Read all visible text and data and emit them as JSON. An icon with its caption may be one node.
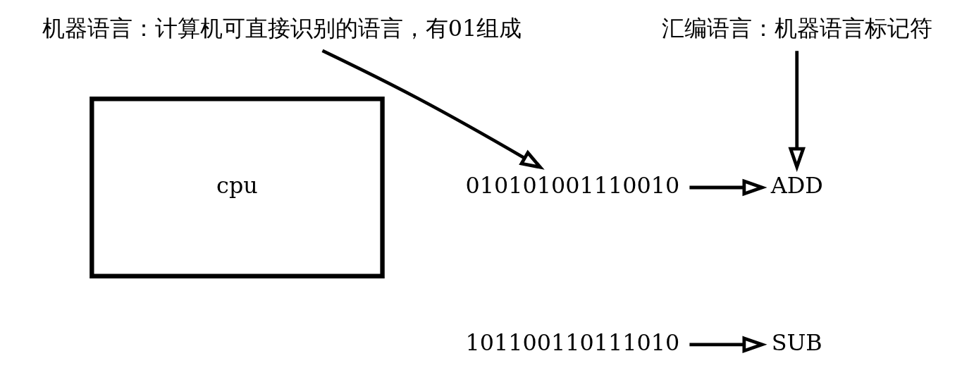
{
  "diagram": {
    "nodes": [
      {
        "text": [
          "cpu"
        ]
      },
      {
        "text": [
          "机器语言：计算机可直接识别的语言，有01组成"
        ]
      },
      {
        "text": [
          "汇编语言：机器语言标记符"
        ]
      },
      {
        "text": [
          "010101001110010"
        ]
      },
      {
        "text": [
          "ADD"
        ]
      },
      {
        "text": [
          "101100110111010"
        ]
      },
      {
        "text": [
          "SUB"
        ]
      }
    ],
    "edges": [
      {
        "from": 1,
        "to": 3,
        "arrow": "to"
      },
      {
        "from": 2,
        "to": 4,
        "arrow": "to"
      },
      {
        "from": 3,
        "to": 4,
        "arrow": "to"
      },
      {
        "from": 5,
        "to": 6,
        "arrow": "to"
      }
    ]
  }
}
